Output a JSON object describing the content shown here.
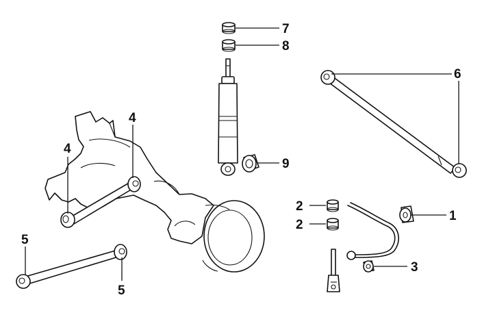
{
  "callouts": {
    "c1": "1",
    "c2a": "2",
    "c2b": "2",
    "c3": "3",
    "c4a": "4",
    "c4b": "4",
    "c5a": "5",
    "c5b": "5",
    "c6": "6",
    "c7": "7",
    "c8": "8",
    "c9": "9"
  }
}
